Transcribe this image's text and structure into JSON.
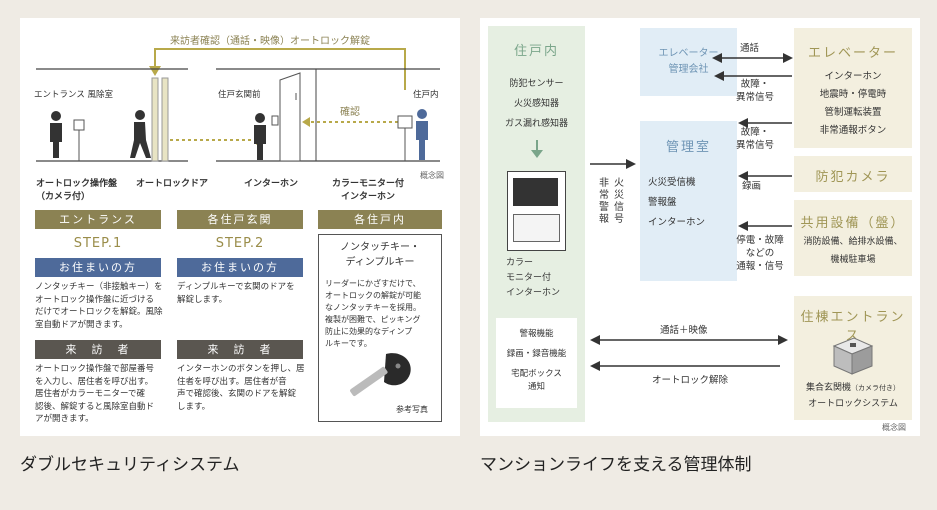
{
  "left": {
    "caption": "ダブルセキュリティシステム",
    "top_label": "来訪者確認（通話・映像）オートロック解錠",
    "confirm_label": "確認",
    "scene_labels": {
      "entrance_hall": "エントランス 風除室",
      "unit_front": "住戸玄関前",
      "unit_inside": "住戸内",
      "note": "概念図"
    },
    "device_labels": {
      "panel": "オートロック操作盤\n（カメラ付）",
      "door": "オートロックドア",
      "intercom": "インターホン",
      "monitor": "カラーモニター付\nインターホン"
    },
    "columns": [
      {
        "band": "エントランス",
        "step": "STEP.1",
        "resident_band": "お住まいの方",
        "resident_text": "ノンタッチキー（非接触キー）を\nオートロック操作盤に近づける\nだけでオートロックを解錠。風除\n室自動ドアが開きます。",
        "visitor_band": "来　訪　者",
        "visitor_text": "オートロック操作盤で部屋番号\nを入力し、居住者を呼び出す。\n居住者がカラーモニターで確\n認後、解錠すると風除室自動ド\nアが開きます。"
      },
      {
        "band": "各住戸玄関",
        "step": "STEP.2",
        "resident_band": "お住まいの方",
        "resident_text": "ディンプルキーで玄関のドアを\n解錠します。",
        "visitor_band": "来　訪　者",
        "visitor_text": "インターホンのボタンを押し、居\n住者を呼び出す。居住者が音\n声で確認後、玄関のドアを解錠\nします。"
      },
      {
        "band": "各住戸内",
        "key_title": "ノンタッチキー・\nディンプルキー",
        "key_text": "リーダーにかざすだけで、\nオートロックの解錠が可能\nなノンタッチキーを採用。\n複製が困難で、ピッキング\n防止に効果的なディンプ\nルキーです。",
        "photo_note": "参考写真"
      }
    ]
  },
  "right": {
    "caption": "マンションライフを支える管理体制",
    "note": "概念図",
    "unit": {
      "title": "住戸内",
      "items": [
        "防犯センサー",
        "火災感知器",
        "ガス漏れ感知器"
      ],
      "monitor_label": "カラー\nモニター付\nインターホン",
      "sub_items": [
        "警報機能",
        "録画・録音機能",
        "宅配ボックス\n通知"
      ]
    },
    "vertical_label_a": "非常警報",
    "vertical_label_b": "火災信号",
    "elevator_company": "エレベーター\n管理会社",
    "control_room": {
      "title": "管理室",
      "items": [
        "火災受信機",
        "警報盤",
        "インターホン"
      ]
    },
    "arrows": {
      "call": "通話",
      "fault1": "故障・\n異常信号",
      "fault2": "故障・\n異常信号",
      "recording": "録画",
      "power": "停電・故障\nなどの\n通報・信号",
      "call_video": "通話＋映像",
      "autolock": "オートロック解除"
    },
    "elevator": {
      "title": "エレベーター",
      "items": [
        "インターホン",
        "地震時・停電時",
        "管制運転装置",
        "非常通報ボタン"
      ]
    },
    "camera": {
      "title": "防犯カメラ"
    },
    "shared": {
      "title": "共用設備（盤）",
      "items": [
        "消防設備、給排水設備、",
        "機械駐車場"
      ]
    },
    "entrance": {
      "title": "住棟エントランス",
      "device_label": "集合玄関機",
      "device_note": "（カメラ付き）",
      "system_label": "オートロックシステム"
    }
  },
  "colors": {
    "olive": "#8b8253",
    "blue": "#4e6a9a",
    "dark": "#5a5650",
    "green": "#e6efe2",
    "light_blue": "#e1edf6",
    "beige": "#f3efdf"
  }
}
